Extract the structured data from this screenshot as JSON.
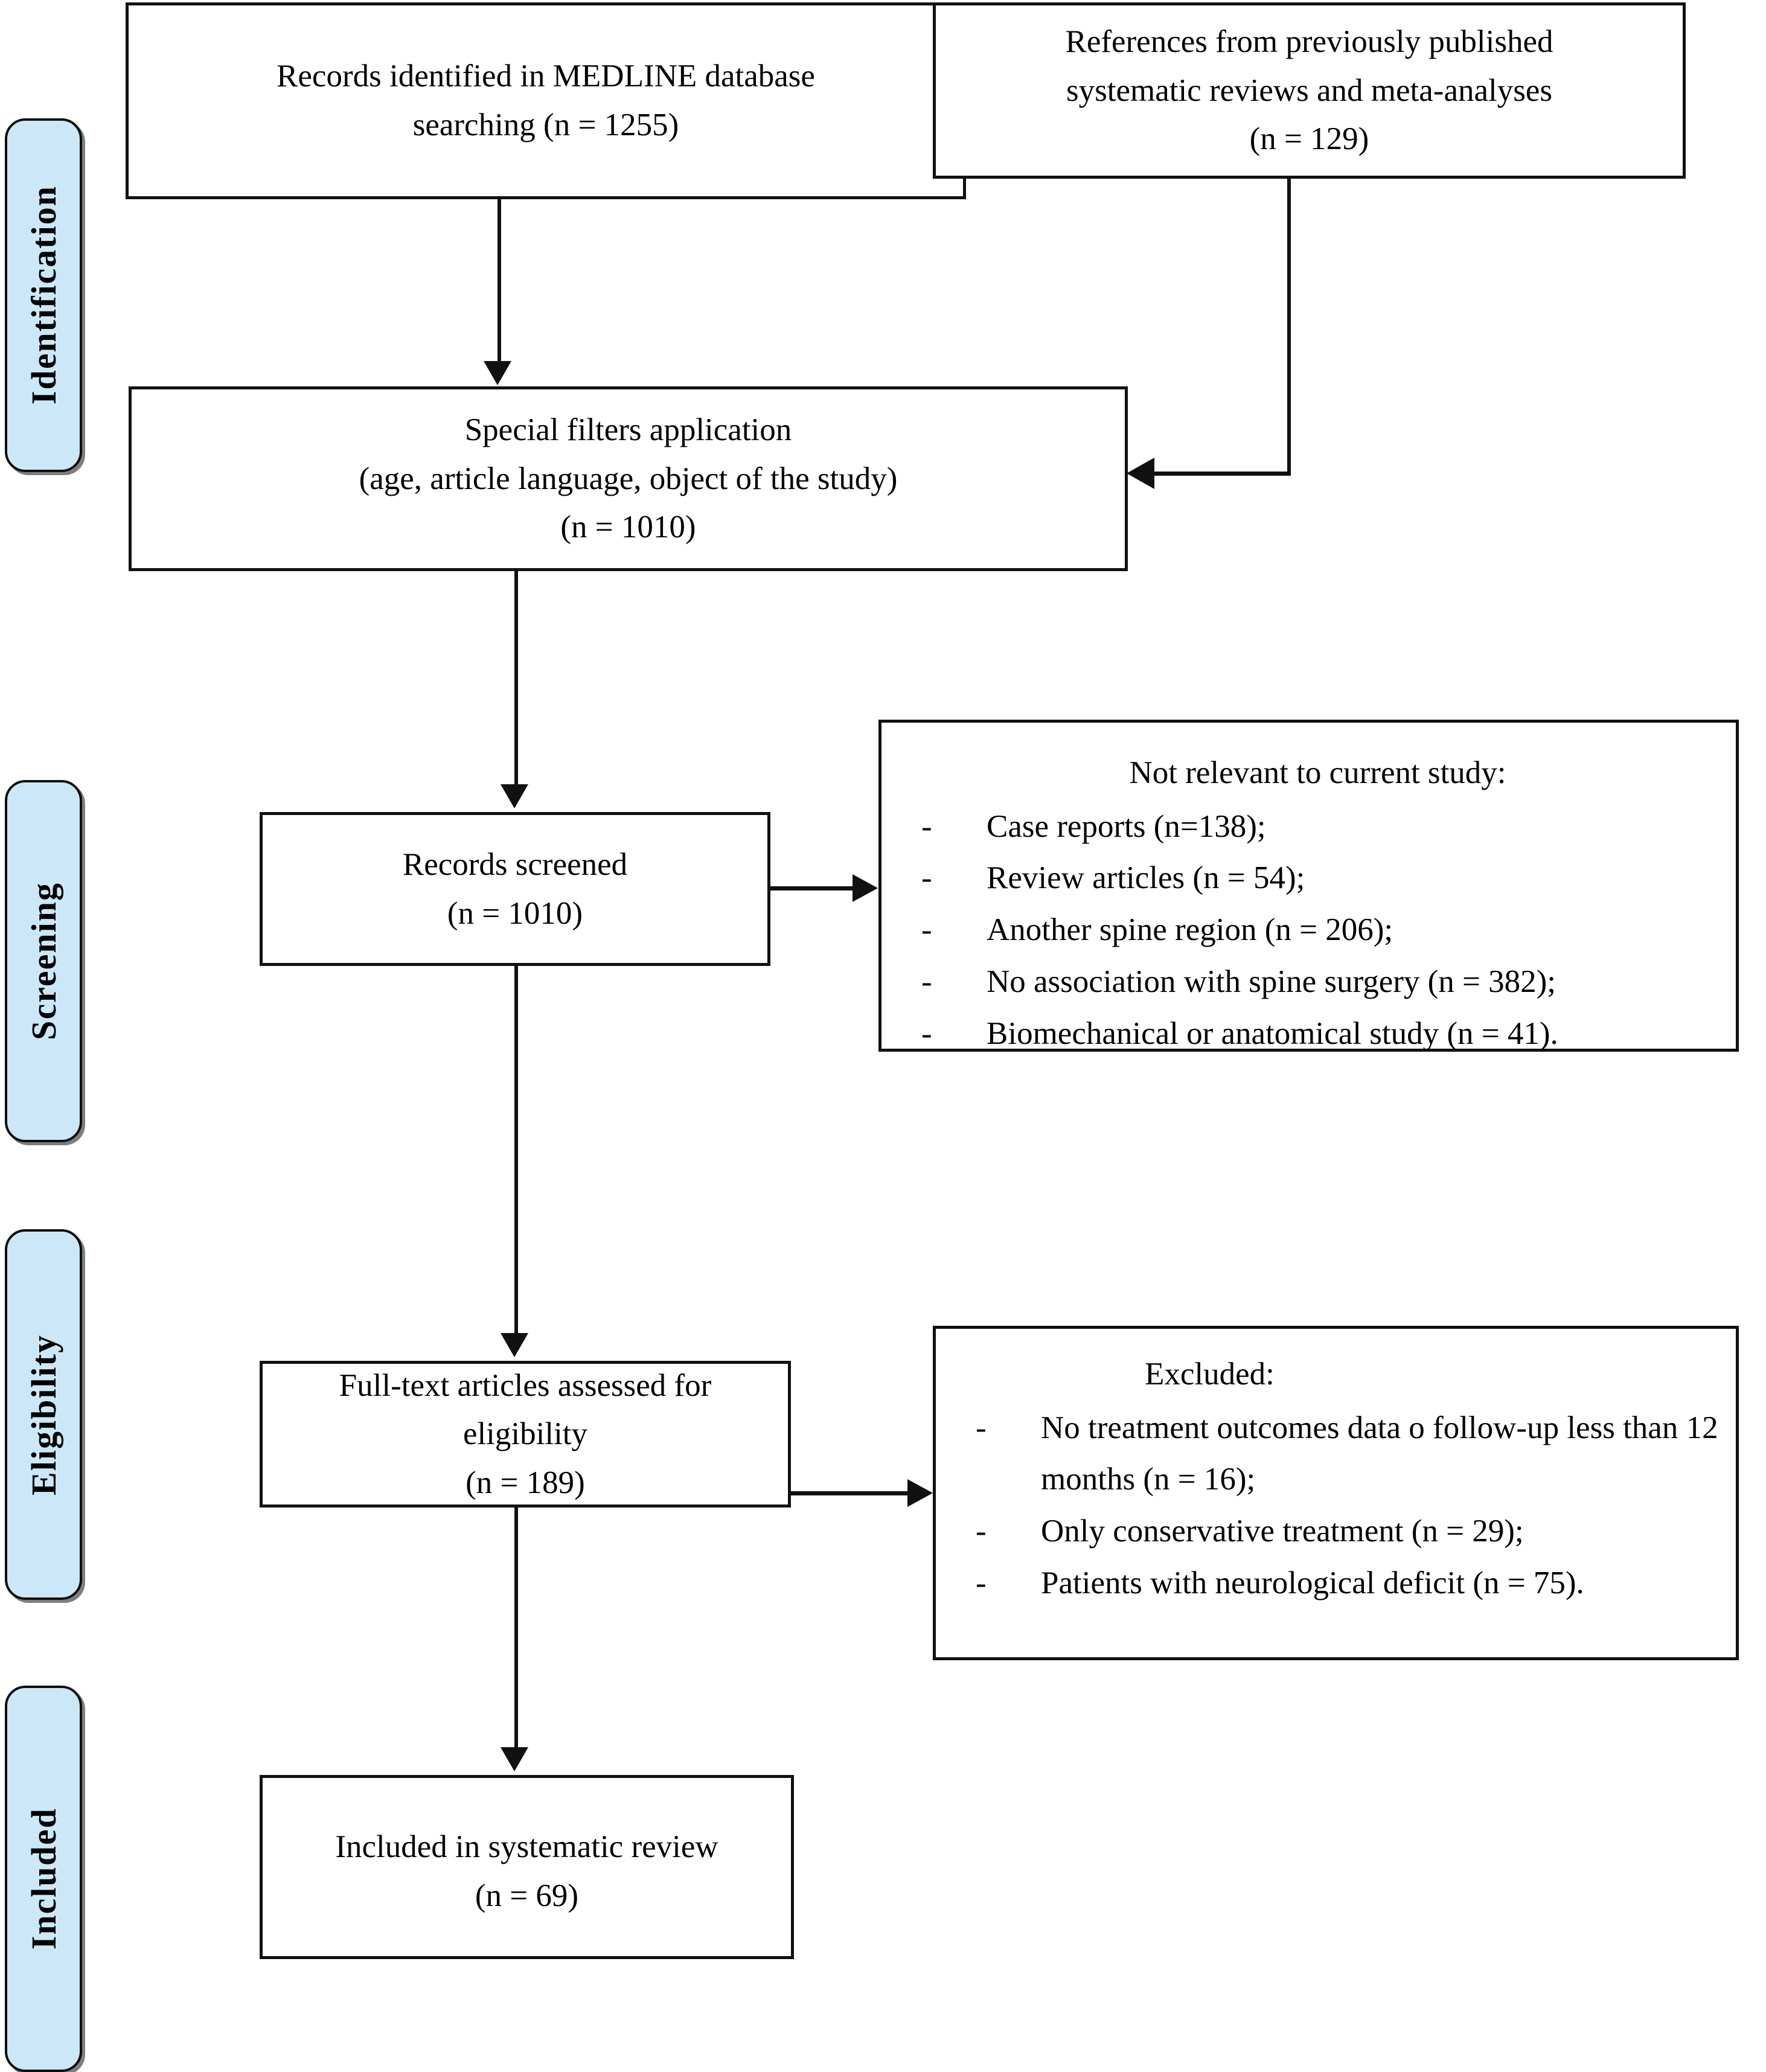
{
  "diagram": {
    "type": "prisma-flow-diagram",
    "stages": [
      {
        "id": "identification",
        "label": "Identification"
      },
      {
        "id": "screening",
        "label": "Screening"
      },
      {
        "id": "eligibility",
        "label": "Eligibility"
      },
      {
        "id": "included",
        "label": "Included"
      }
    ],
    "accent_color": "#cce8f8",
    "border_color": "#111111",
    "boxes": {
      "records_identified": {
        "line1": "Records identified in MEDLINE database",
        "line2": "searching (n = 1255)"
      },
      "references_previous": {
        "line1": "References from previously published",
        "line2": "systematic reviews and meta-analyses",
        "line3": "(n = 129)"
      },
      "special_filters": {
        "line1": "Special filters application",
        "line2": "(age, article language, object of the study)",
        "line3": "(n = 1010)"
      },
      "records_screened": {
        "line1": "Records screened",
        "line2": "(n = 1010)"
      },
      "not_relevant": {
        "heading": "Not relevant to current study:",
        "dash": "-",
        "items": [
          "Case reports (n=138);",
          "Review articles (n = 54);",
          "Another spine region (n = 206);",
          "No association with spine surgery (n = 382);",
          "Biomechanical or anatomical study (n = 41)."
        ]
      },
      "fulltext_assessed": {
        "line1": "Full-text articles assessed for",
        "line2": "eligibility",
        "line3": "(n = 189)"
      },
      "excluded": {
        "heading": "Excluded:",
        "dash": "-",
        "items": [
          "No treatment outcomes data o follow-up less than 12 months (n = 16);",
          "Only conservative treatment (n = 29);",
          "Patients with neurological deficit (n = 75)."
        ]
      },
      "included_review": {
        "line1": "Included in systematic review",
        "line2": "(n = 69)"
      }
    }
  },
  "chart_data": {
    "type": "table",
    "title": "PRISMA study selection flow",
    "categories": [
      "Records identified in MEDLINE database searching",
      "References from previously published systematic reviews and meta-analyses",
      "Special filters application (age, article language, object of the study)",
      "Records screened",
      "Full-text articles assessed for eligibility",
      "Included in systematic review"
    ],
    "values": [
      1255,
      129,
      1010,
      1010,
      189,
      69
    ],
    "exclusions_screening": {
      "label": "Not relevant to current study",
      "categories": [
        "Case reports",
        "Review articles",
        "Another spine region",
        "No association with spine surgery",
        "Biomechanical or anatomical study"
      ],
      "values": [
        138,
        54,
        206,
        382,
        41
      ]
    },
    "exclusions_eligibility": {
      "label": "Excluded",
      "categories": [
        "No treatment outcomes data o follow-up less than 12 months",
        "Only conservative treatment",
        "Patients with neurological deficit"
      ],
      "values": [
        16,
        29,
        75
      ]
    }
  }
}
